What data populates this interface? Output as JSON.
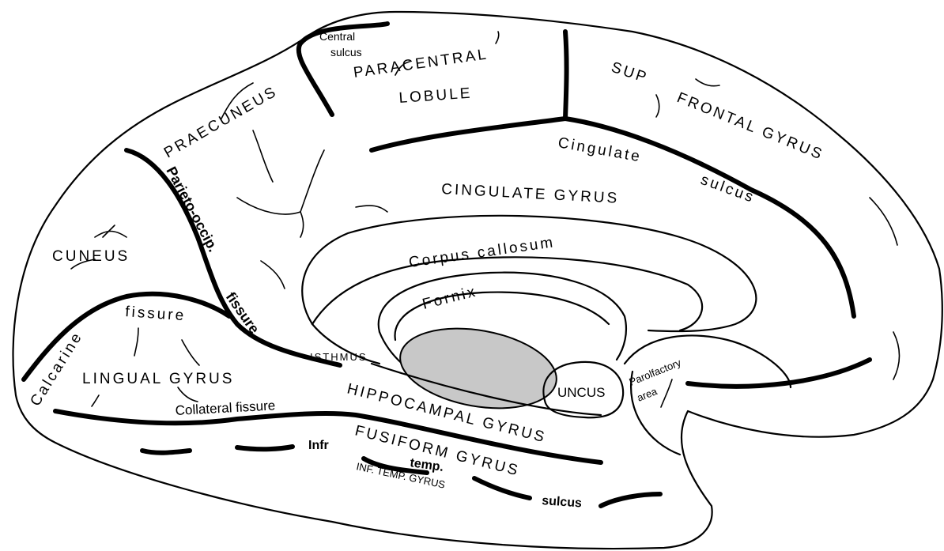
{
  "colors": {
    "background": "#ffffff",
    "outline": "#000000",
    "thalamus_fill": "#c8c8c8"
  },
  "labels": {
    "central_sulcus_1": "Central",
    "central_sulcus_2": "sulcus",
    "paracentral_1": "PARACENTRAL",
    "paracentral_2": "LOBULE",
    "sup": "SUP",
    "frontal_gyrus": "FRONTAL    GYRUS",
    "praecuneus": "PRAECUNEUS",
    "cingulate_sulcus_1": "Cingulate",
    "cingulate_sulcus_2": "sulcus",
    "cingulate_gyrus": "CINGULATE GYRUS",
    "parieto_occip": "Parieto-occip.",
    "fissure_po": "fissure",
    "cuneus": "CUNEUS",
    "corpus_callosum": "Corpus  callosum",
    "fornix": "Fornix",
    "calcarine": "Calcarine",
    "calcarine_fissure": "fissure",
    "isthmus": "ISTHMUS",
    "lingual_gyrus": "LINGUAL   GYRUS",
    "hippocampal_gyrus": "HIPPOCAMPAL  GYRUS",
    "uncus": "UNCUS",
    "parolfactory_1": "Parolfactory",
    "parolfactory_2": "area",
    "collateral_fissure": "Collateral  fissure",
    "fusiform_gyrus": "FUSIFORM   GYRUS",
    "infr": "Infr",
    "temp": "temp.",
    "sulcus_inf": "sulcus",
    "inf_temp_gyrus": "INF. TEMP. GYRUS"
  }
}
